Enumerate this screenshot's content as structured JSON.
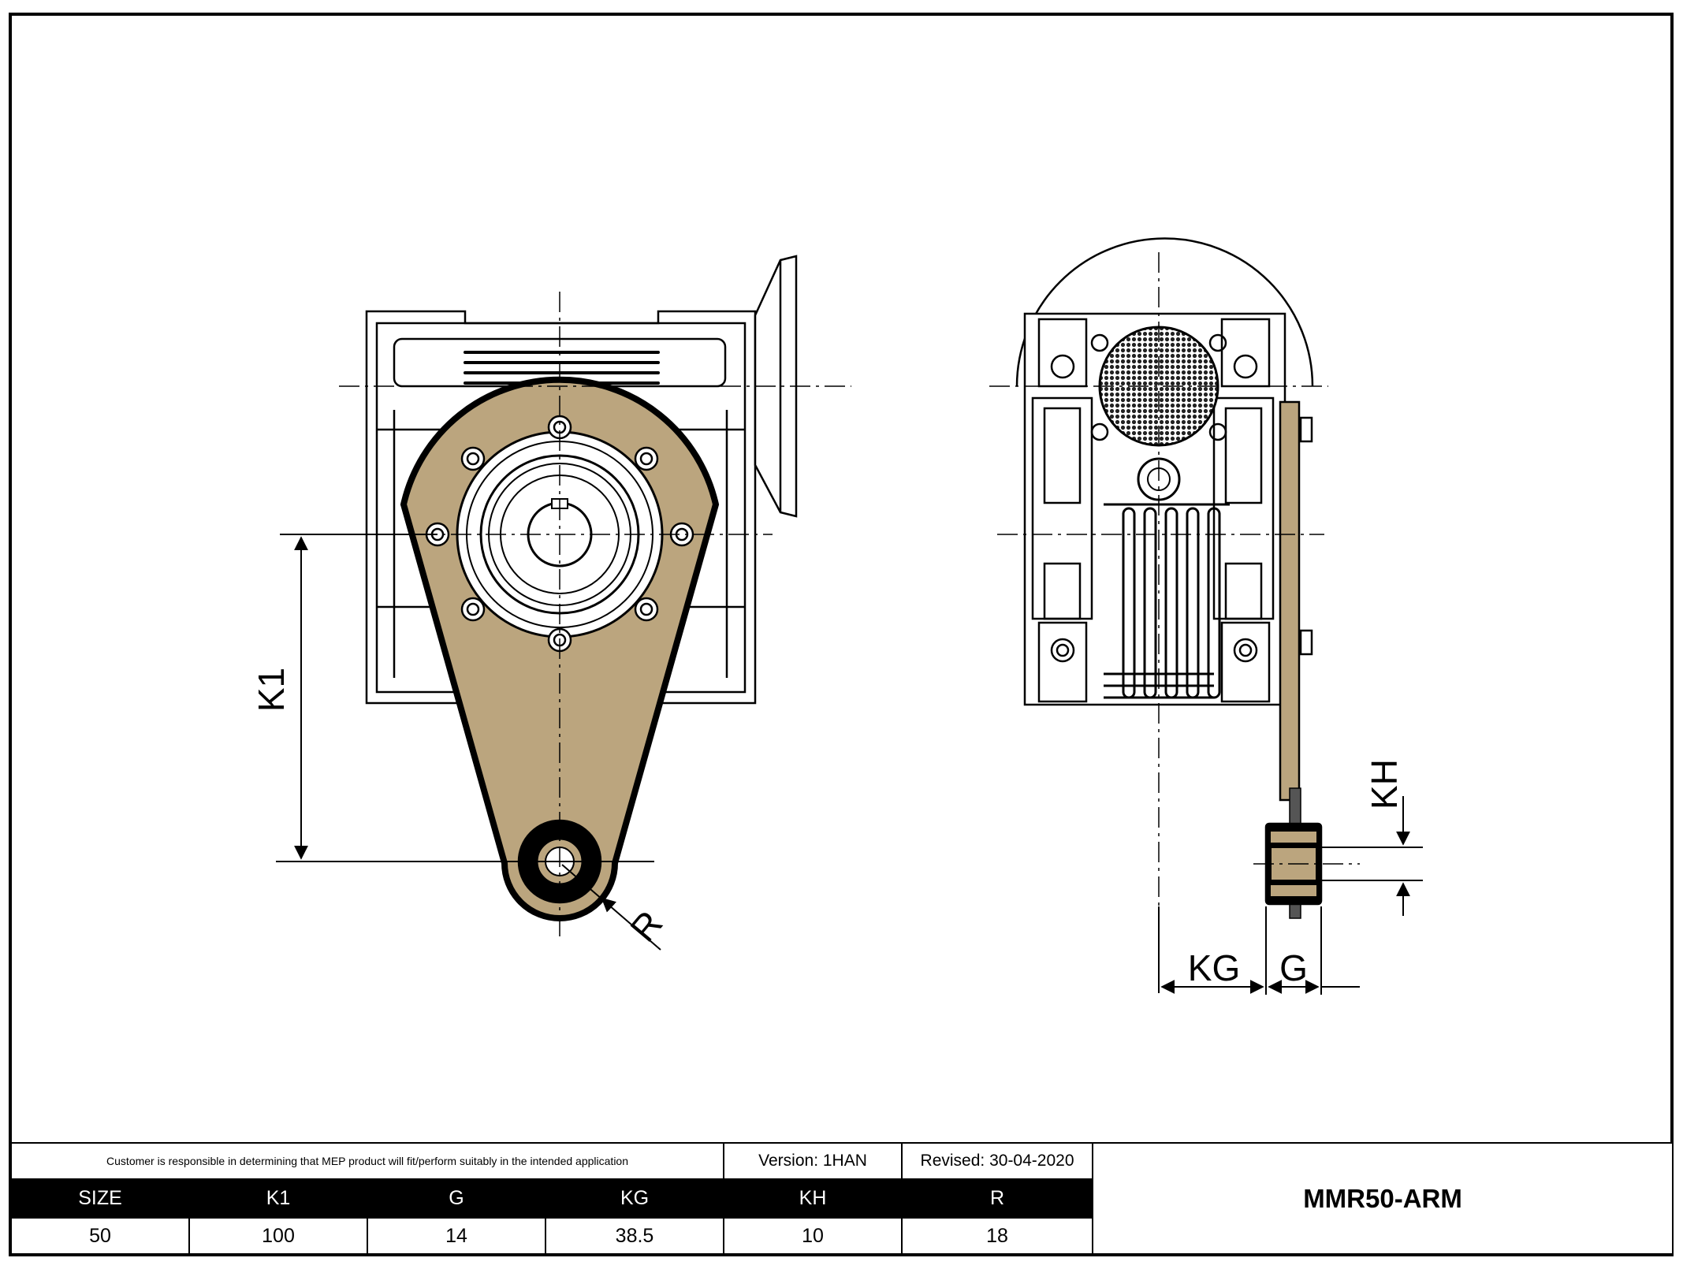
{
  "drawing": {
    "dimension_labels": {
      "k1": "K1",
      "r": "R",
      "kh": "KH",
      "kg": "KG",
      "g": "G"
    },
    "colors": {
      "torque_arm_fill": "#bba57e",
      "line": "#000000",
      "background": "#ffffff"
    }
  },
  "titleblock": {
    "disclaimer": "Customer is responsible in determining that MEP product will fit/perform suitably in the intended application",
    "version": "Version: 1HAN",
    "revised": "Revised: 30-04-2020",
    "model": "MMR50-ARM",
    "headers": [
      "SIZE",
      "K1",
      "G",
      "KG",
      "KH",
      "R"
    ],
    "values": [
      "50",
      "100",
      "14",
      "38.5",
      "10",
      "18"
    ]
  }
}
